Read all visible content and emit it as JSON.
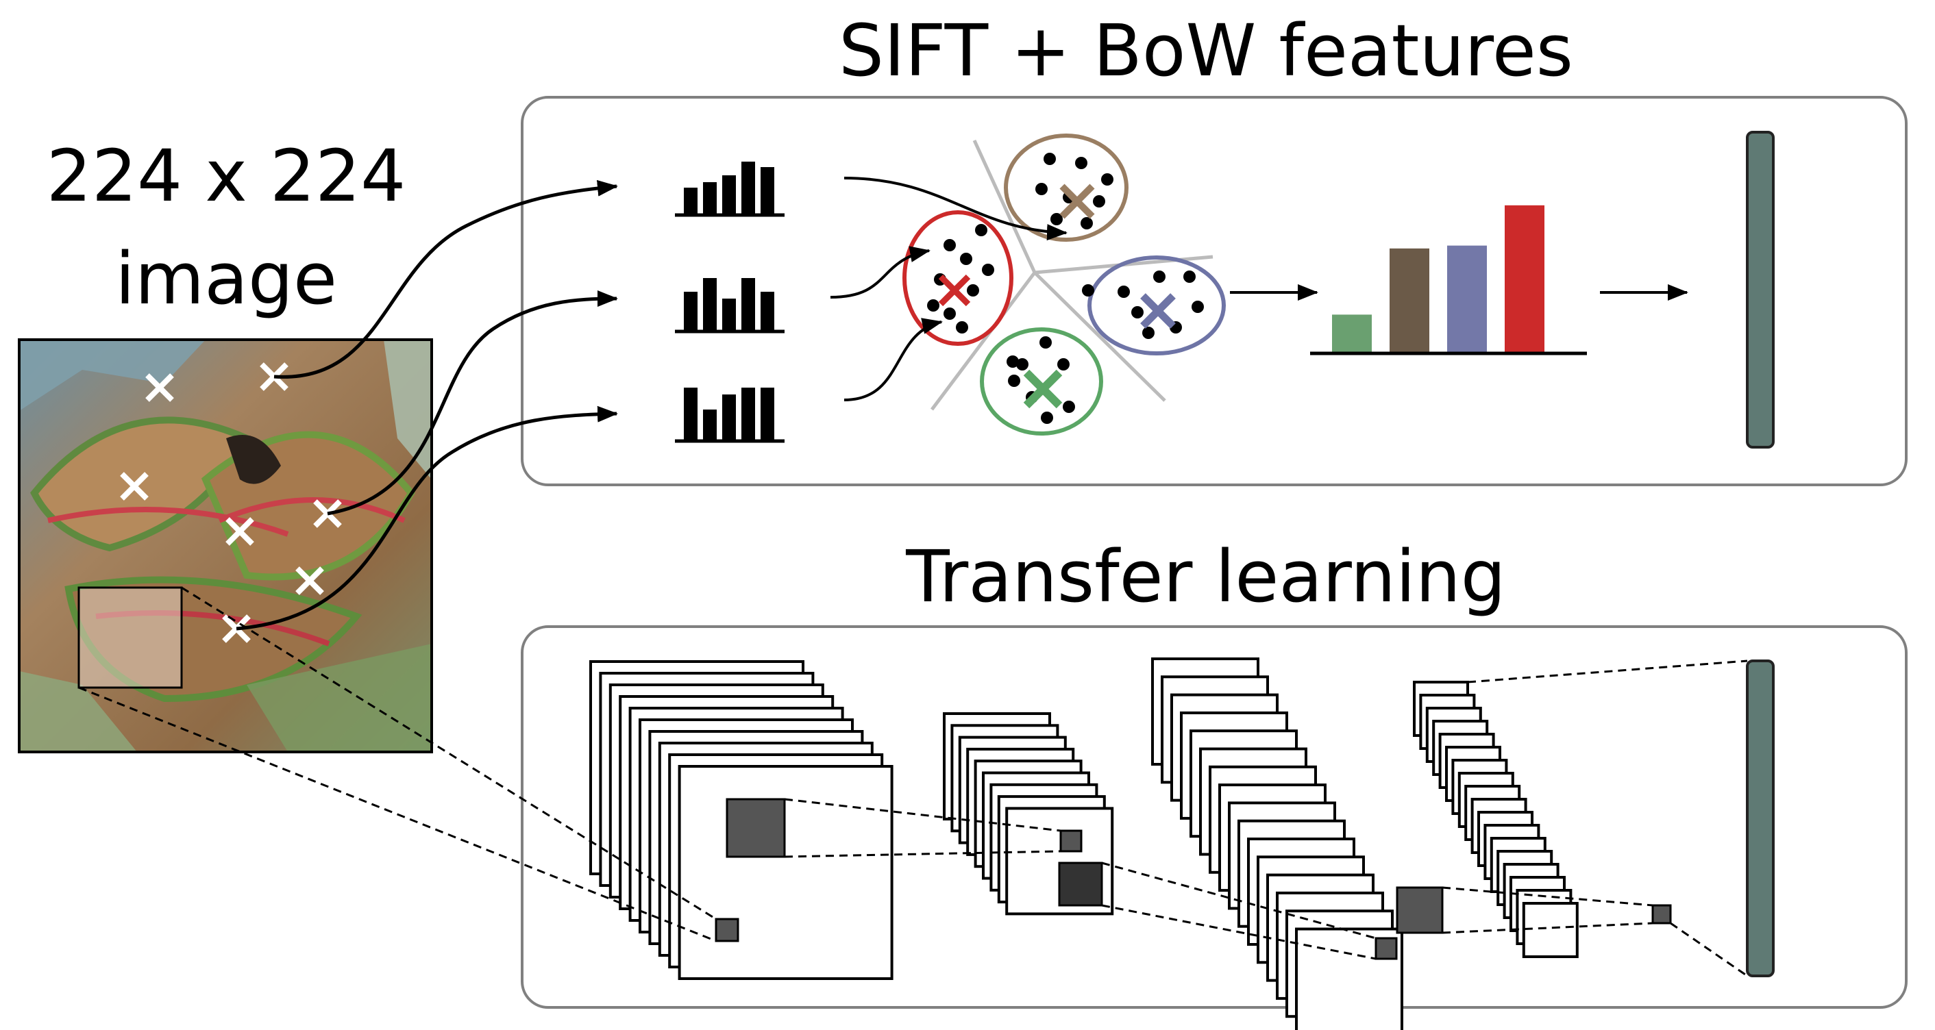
{
  "image_label": {
    "line1": "224 x 224",
    "line2": "image"
  },
  "sift_panel": {
    "title": "SIFT + BoW features"
  },
  "transfer_panel": {
    "title": "Transfer learning"
  },
  "colors": {
    "panel_border": "#808080",
    "cluster_brown": "#9a7e62",
    "cluster_red": "#cc2a2a",
    "cluster_blue": "#6e74a6",
    "cluster_green": "#5aa665",
    "bar_green": "#6aa070",
    "bar_brown": "#6b5a48",
    "bar_blue": "#7378a8",
    "bar_red": "#cc2a2a",
    "feature_vector": "#5f7a74",
    "keypoint": "#ffffff"
  },
  "bow_histogram": {
    "values": [
      1.3,
      3.6,
      3.7,
      5.1
    ]
  }
}
